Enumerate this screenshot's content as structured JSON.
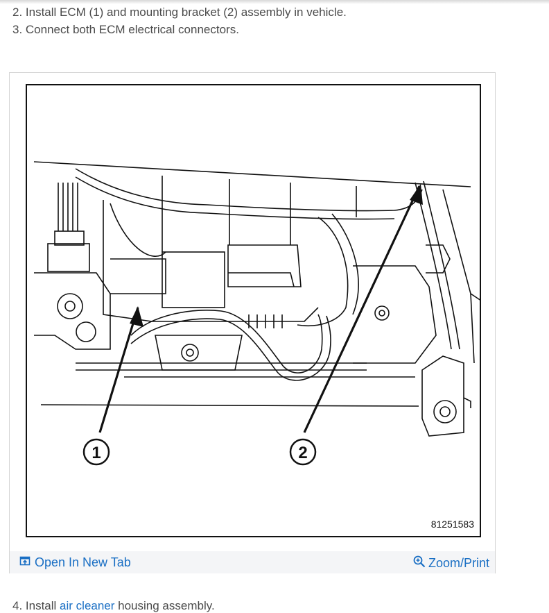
{
  "steps": {
    "step2": "2. Install ECM (1) and mounting bracket (2) assembly in vehicle.",
    "step3": "3. Connect both ECM electrical connectors.",
    "step4_prefix": "4. Install ",
    "step4_link": "air cleaner",
    "step4_suffix": " housing assembly."
  },
  "figure": {
    "callout_1": "1",
    "callout_2": "2",
    "figure_id": "81251583"
  },
  "footer": {
    "open_new_tab": "Open In New Tab",
    "zoom_print": "Zoom/Print"
  },
  "icons": {
    "open_tab": "open-new-tab-icon",
    "zoom": "magnifier-plus-icon"
  },
  "colors": {
    "link": "#1a6fc4",
    "text": "#4a4a4a",
    "footer_bg": "#f4f5f7"
  }
}
